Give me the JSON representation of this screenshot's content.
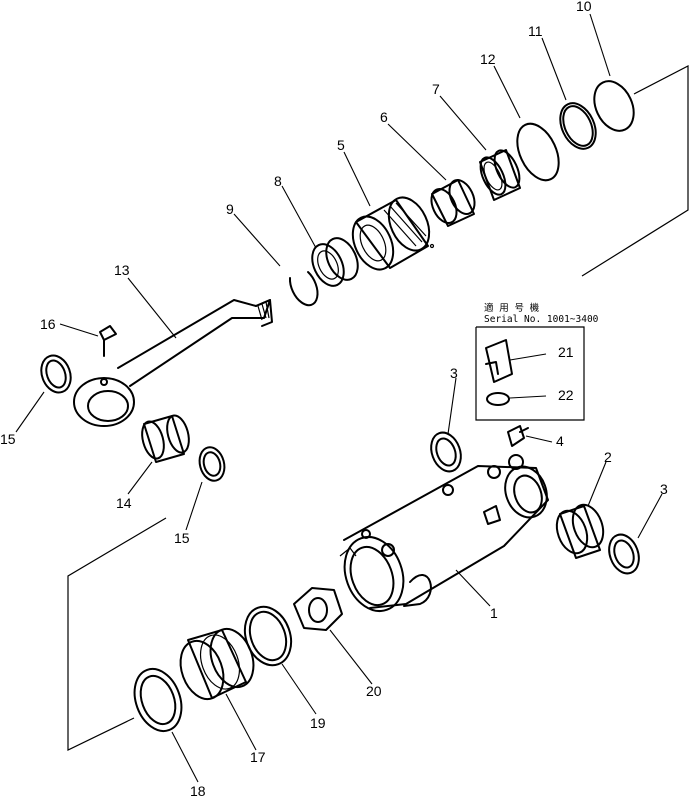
{
  "callouts": [
    "1",
    "2",
    "3",
    "3",
    "4",
    "5",
    "6",
    "7",
    "8",
    "9",
    "10",
    "11",
    "12",
    "13",
    "14",
    "15",
    "15",
    "16",
    "17",
    "18",
    "19",
    "20",
    "21",
    "22"
  ],
  "serial_note": {
    "line1": "適 用 号 機",
    "line2": "Serial  No.  1001~3400"
  },
  "icons": {
    "parts": [
      "cylinder-tube",
      "bushing",
      "dust-seal",
      "grease-fitting",
      "cylinder-head",
      "bushing",
      "bushing",
      "bushing",
      "snap-ring",
      "o-ring",
      "backup-ring",
      "o-ring",
      "piston-rod",
      "bushing",
      "dust-seal",
      "grease-fitting",
      "piston",
      "wear-ring",
      "o-ring",
      "nut",
      "elbow",
      "o-ring"
    ]
  }
}
